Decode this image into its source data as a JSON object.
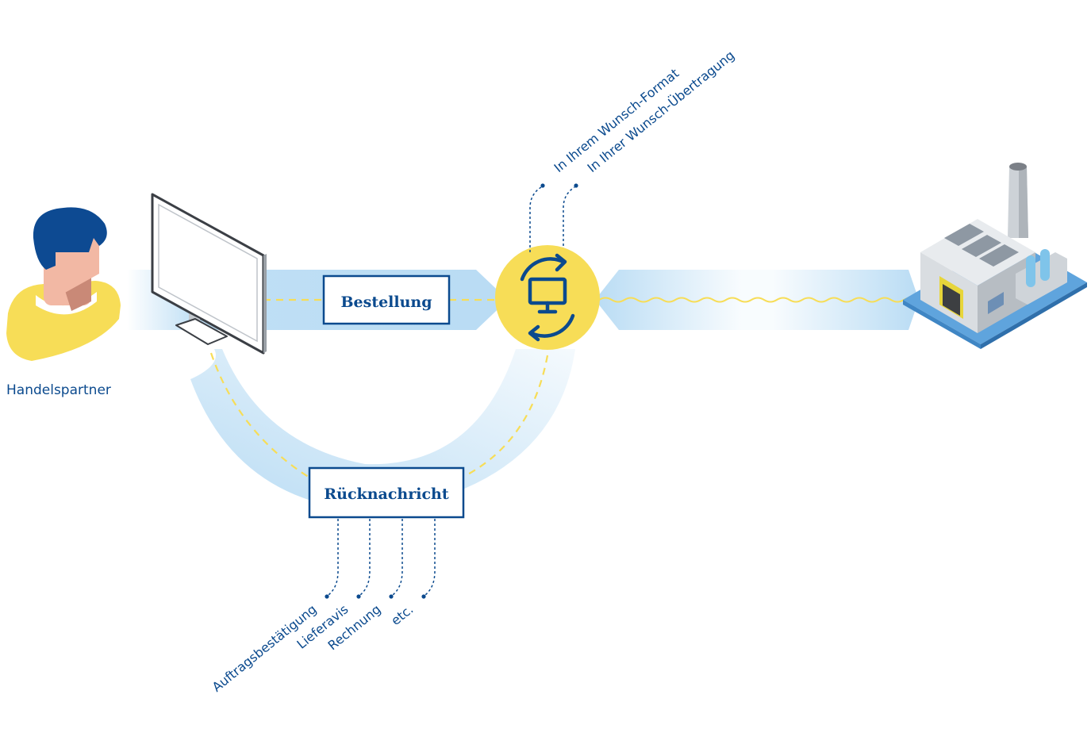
{
  "actor": {
    "label": "Handelspartner"
  },
  "messages": {
    "order": "Bestellung",
    "reply": "Rücknachricht"
  },
  "hub_notes": [
    "In Ihrem Wunsch-Format",
    "In Ihrer Wunsch-Übertragung"
  ],
  "reply_types": [
    "Auftragsbestätigung",
    "Lieferavis",
    "Rechnung",
    "etc."
  ],
  "colors": {
    "brand_blue": "#0b4a8e",
    "accent_yellow": "#f7dd57",
    "flow_blue": "#b9dcf4",
    "hair_blue": "#0d4a92",
    "skin": "#f2b8a4",
    "building_base": "#5fa4dd"
  },
  "icons": [
    "person-avatar",
    "monitor",
    "sync-monitor-icon",
    "factory"
  ]
}
